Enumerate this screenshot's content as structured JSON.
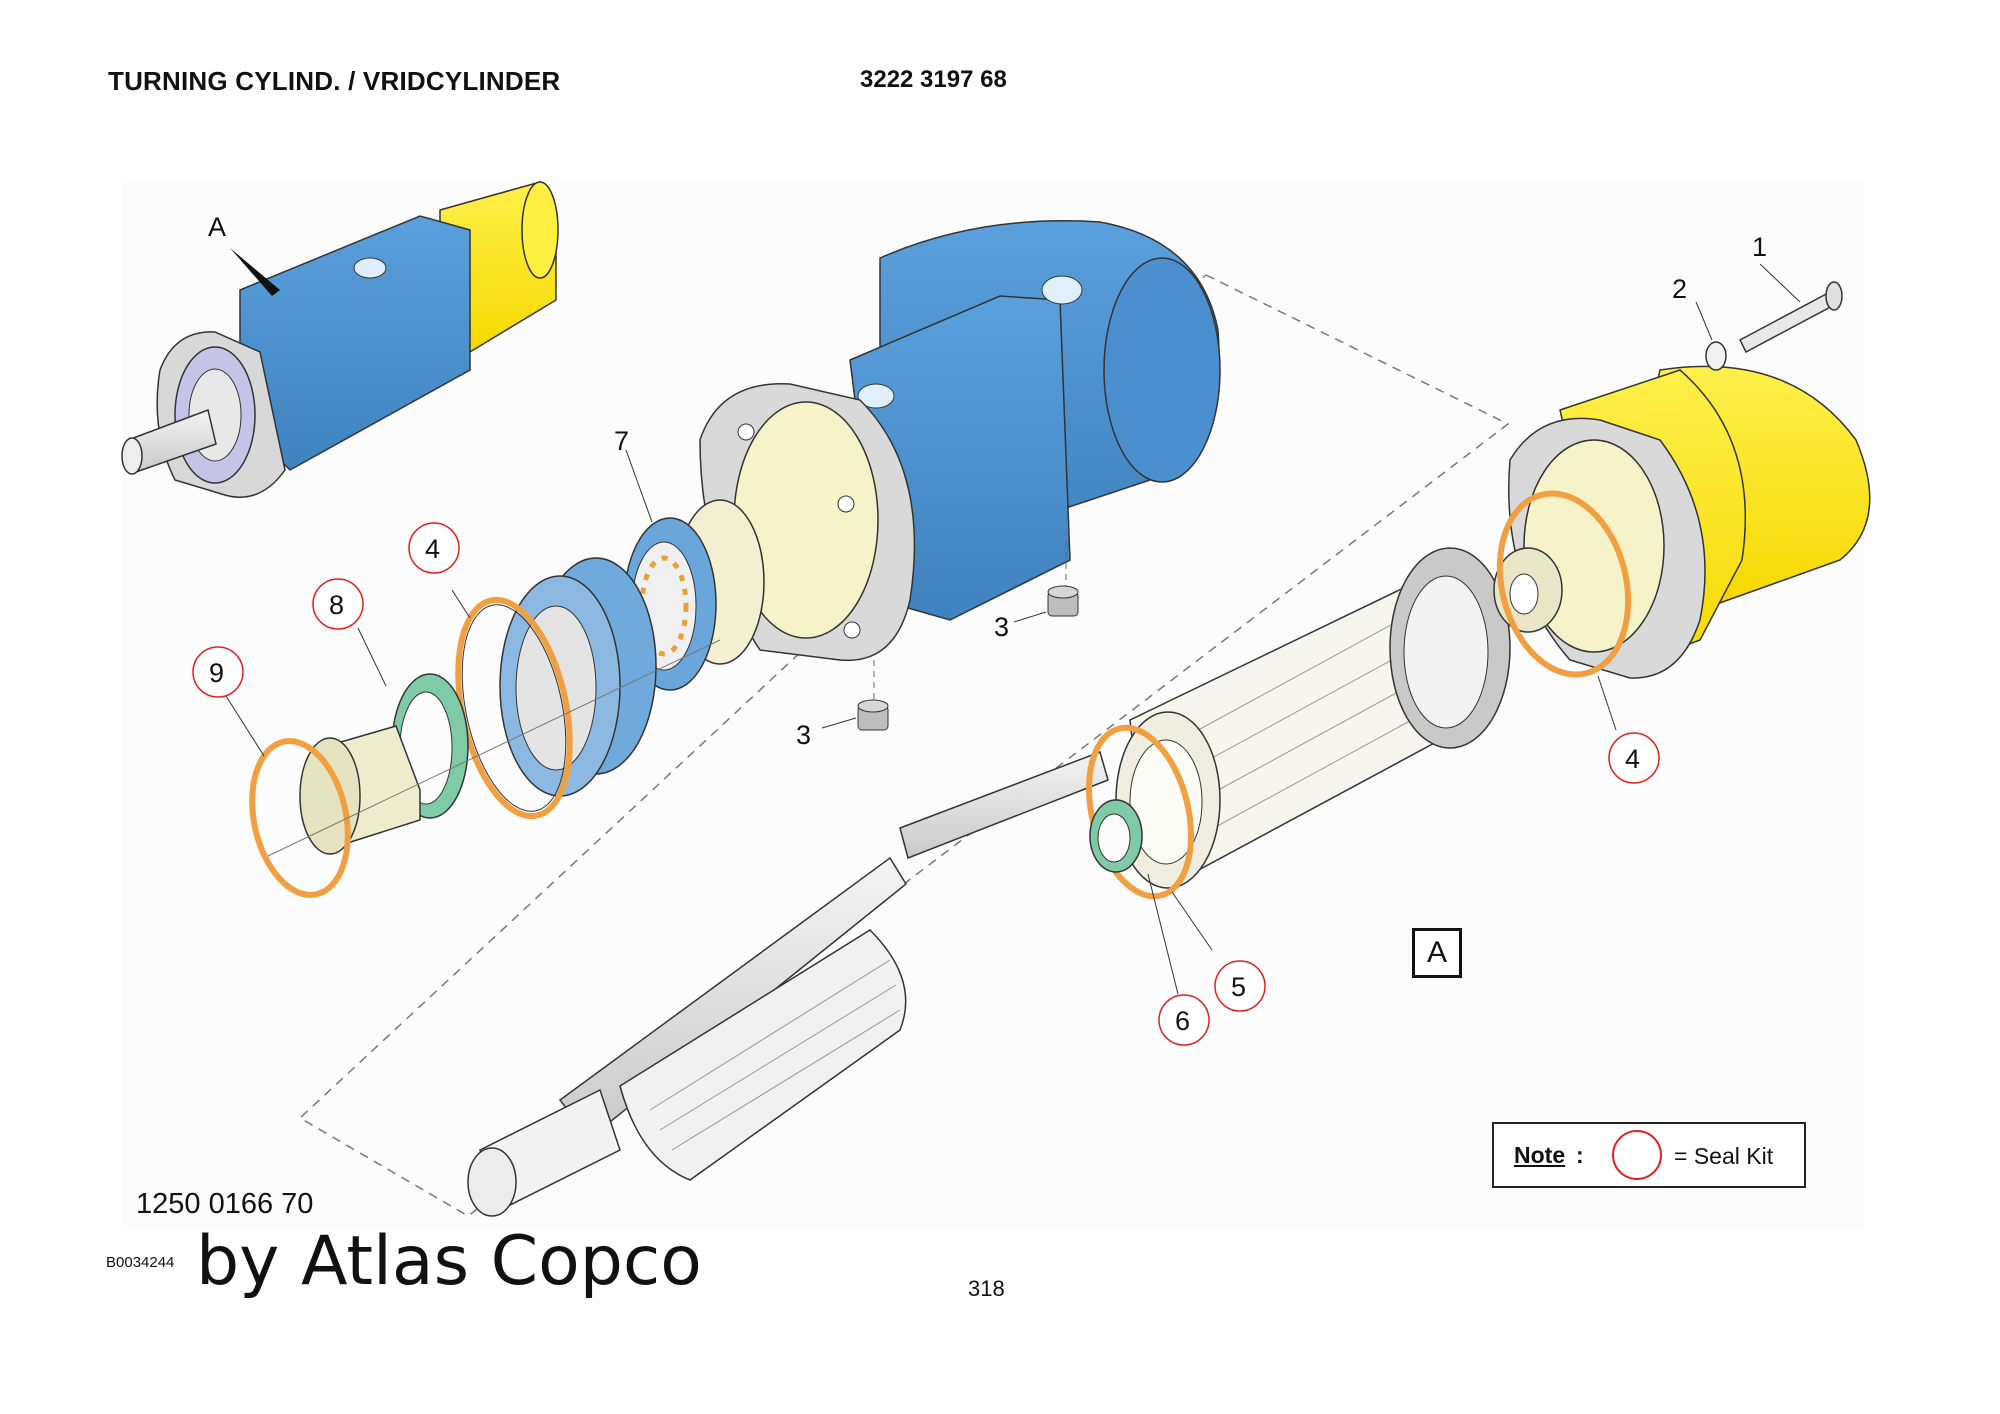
{
  "header": {
    "title": "TURNING CYLIND. / VRIDCYLINDER",
    "part_code": "3222 3197 68"
  },
  "diagram": {
    "view_label": "A",
    "view_box_label": "A",
    "callouts": [
      {
        "number": "1",
        "seal_kit": false
      },
      {
        "number": "2",
        "seal_kit": false
      },
      {
        "number": "3",
        "seal_kit": false
      },
      {
        "number": "3",
        "seal_kit": false
      },
      {
        "number": "4",
        "seal_kit": true
      },
      {
        "number": "4",
        "seal_kit": true
      },
      {
        "number": "5",
        "seal_kit": true
      },
      {
        "number": "6",
        "seal_kit": true
      },
      {
        "number": "7",
        "seal_kit": false
      },
      {
        "number": "8",
        "seal_kit": true
      },
      {
        "number": "9",
        "seal_kit": true
      }
    ],
    "colors": {
      "housing_blue": "#4f94d1",
      "cap_yellow": "#ffe100",
      "seal_orange": "#f0a040",
      "seal_green": "#6fc09c",
      "kit_circle_red": "#e02020",
      "bushing_cream": "#eeeccc"
    }
  },
  "footer": {
    "assembly_number": "1250 0166 70",
    "drawing_id": "B0034244",
    "brand": "by Atlas Copco",
    "page_number": "318"
  },
  "note": {
    "label": "Note",
    "colon": ":",
    "text": "= Seal Kit"
  }
}
